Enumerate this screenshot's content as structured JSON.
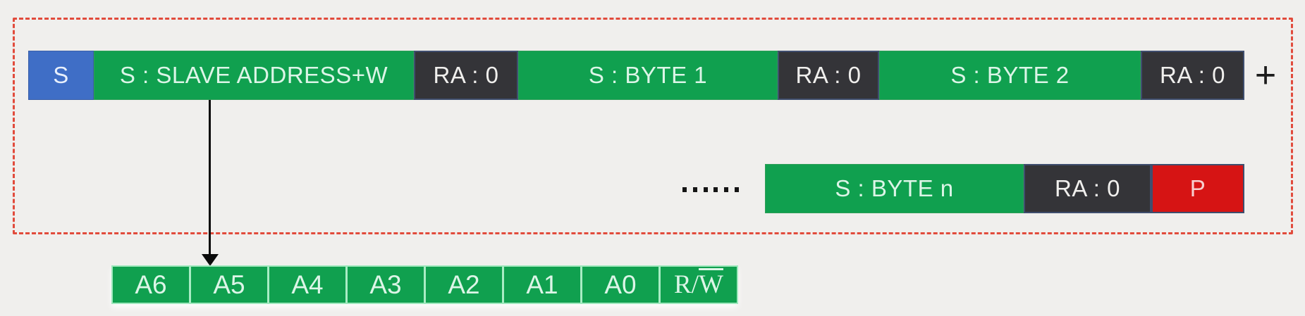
{
  "diagram": "I2C write frame structure",
  "colors": {
    "background": "#f0efed",
    "frame_dashed_red": "#e14b3c",
    "start_blue": "#3f6ec6",
    "data_green": "#10a04f",
    "ack_dark": "#343438",
    "stop_red": "#d61414",
    "text_on_green": "#dcf5e7",
    "text_on_dark": "#f0efed",
    "arrow_black": "#0a0a0a"
  },
  "row1": {
    "blocks": [
      {
        "label": "S",
        "type": "start"
      },
      {
        "label": "S : SLAVE ADDRESS+W",
        "type": "data"
      },
      {
        "label": "RA : 0",
        "type": "ack"
      },
      {
        "label": "S : BYTE 1",
        "type": "data"
      },
      {
        "label": "RA : 0",
        "type": "ack"
      },
      {
        "label": "S : BYTE 2",
        "type": "data"
      },
      {
        "label": "RA : 0",
        "type": "ack"
      }
    ],
    "suffix": "+"
  },
  "row2": {
    "ellipsis": "……",
    "blocks": [
      {
        "label": "S : BYTE n",
        "type": "data"
      },
      {
        "label": "RA : 0",
        "type": "ack"
      },
      {
        "label": "P",
        "type": "stop"
      }
    ]
  },
  "address_bits": {
    "cells": [
      "A6",
      "A5",
      "A4",
      "A3",
      "A2",
      "A1",
      "A0"
    ],
    "rw": {
      "base": "R/",
      "overlined": "W"
    }
  }
}
